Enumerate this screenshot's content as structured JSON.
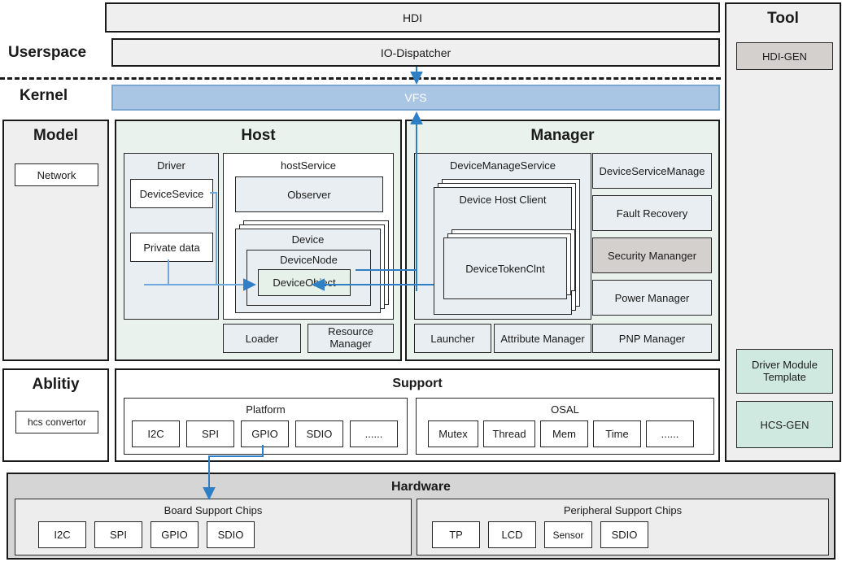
{
  "layers": {
    "userspace_label": "Userspace",
    "kernel_label": "Kernel",
    "hdi": "HDI",
    "io_dispatcher": "IO-Dispatcher",
    "vfs": "VFS"
  },
  "tool": {
    "title": "Tool",
    "items": [
      {
        "label": "HDI-GEN",
        "fill": "#d3d0cd"
      },
      {
        "label": "Driver Module Template",
        "fill": "#cfe8e0"
      },
      {
        "label": "HCS-GEN",
        "fill": "#cfe8e0"
      }
    ]
  },
  "model": {
    "title": "Model",
    "items": [
      "Network"
    ]
  },
  "ability": {
    "title": "Ablitiy",
    "items": [
      "hcs convertor"
    ]
  },
  "host": {
    "title": "Host",
    "driver": {
      "title": "Driver",
      "items": [
        "DeviceSevice",
        "Private data"
      ]
    },
    "host_service": {
      "title": "hostService",
      "observer": "Observer",
      "device": {
        "title": "Device",
        "device_node": "DeviceNode",
        "device_object": "DeviceObject"
      }
    },
    "bottom": [
      "Loader",
      "Resource Manager"
    ]
  },
  "manager": {
    "title": "Manager",
    "device_manage_service": {
      "title": "DeviceManageService",
      "device_host_client": "Device Host Client",
      "device_token_clnt": "DeviceTokenClnt"
    },
    "right_items": [
      {
        "label": "DeviceServiceManage",
        "fill": "#e8eef2"
      },
      {
        "label": "Fault Recovery",
        "fill": "#e8eef2"
      },
      {
        "label": "Security Mananger",
        "fill": "#d3d0cd"
      },
      {
        "label": "Power Manager",
        "fill": "#e8eef2"
      }
    ],
    "bottom": [
      "Launcher",
      "Attribute Manager",
      "PNP Manager"
    ]
  },
  "support": {
    "title": "Support",
    "platform": {
      "title": "Platform",
      "items": [
        "I2C",
        "SPI",
        "GPIO",
        "SDIO",
        "......"
      ]
    },
    "osal": {
      "title": "OSAL",
      "items": [
        "Mutex",
        "Thread",
        "Mem",
        "Time",
        "......"
      ]
    }
  },
  "hardware": {
    "title": "Hardware",
    "board": {
      "title": "Board Support Chips",
      "items": [
        "I2C",
        "SPI",
        "GPIO",
        "SDIO"
      ]
    },
    "peripheral": {
      "title": "Peripheral Support Chips",
      "items": [
        "TP",
        "LCD",
        "Sensor",
        "SDIO"
      ]
    }
  },
  "colors": {
    "arrow": "#2f7fc7",
    "border": "#1a1a1a",
    "vfs": "#a9c6e4",
    "green_section": "#e9f2ec",
    "blue_gray": "#e8eef2"
  }
}
